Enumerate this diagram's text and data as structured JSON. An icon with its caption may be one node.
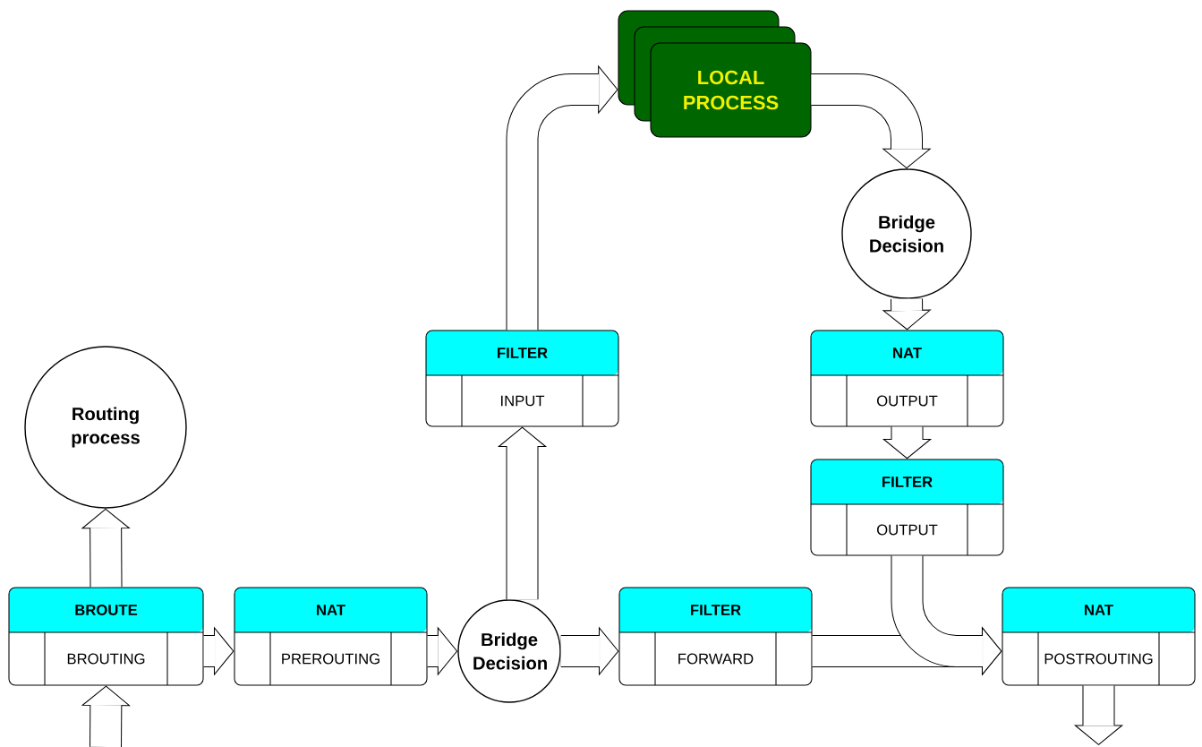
{
  "diagram": {
    "nodes": [
      {
        "text": [
          "Routing process"
        ]
      },
      {
        "text": [
          "BROUTE",
          "BROUTING"
        ]
      },
      {
        "text": [
          "NAT",
          "PREROUTING"
        ]
      },
      {
        "text": [
          "Bridge Decision"
        ]
      },
      {
        "text": [
          "FILTER",
          "FORWARD"
        ]
      },
      {
        "text": [
          "NAT",
          "POSTROUTING"
        ]
      },
      {
        "text": [
          "FILTER",
          "INPUT"
        ]
      },
      {
        "text": [
          "LOCAL PROCESS"
        ]
      },
      {
        "text": [
          "Bridge Decision"
        ]
      },
      {
        "text": [
          "NAT",
          "OUTPUT"
        ]
      },
      {
        "text": [
          "FILTER",
          "OUTPUT"
        ]
      }
    ],
    "edges": [
      {
        "from": null,
        "to": 1,
        "arrow": "to"
      },
      {
        "from": 1,
        "to": 0,
        "arrow": "to"
      },
      {
        "from": 1,
        "to": 2,
        "arrow": "to"
      },
      {
        "from": 2,
        "to": 3,
        "arrow": "to"
      },
      {
        "from": 3,
        "to": 4,
        "arrow": "to"
      },
      {
        "from": 3,
        "to": 6,
        "arrow": "to"
      },
      {
        "from": 6,
        "to": 7,
        "arrow": "to"
      },
      {
        "from": 7,
        "to": 8,
        "arrow": "to"
      },
      {
        "from": 8,
        "to": 9,
        "arrow": "to"
      },
      {
        "from": 9,
        "to": 10,
        "arrow": "to"
      },
      {
        "from": 4,
        "to": 5,
        "arrow": "to"
      },
      {
        "from": 10,
        "to": 5,
        "arrow": "to"
      },
      {
        "from": 5,
        "to": null,
        "arrow": "to"
      }
    ]
  }
}
